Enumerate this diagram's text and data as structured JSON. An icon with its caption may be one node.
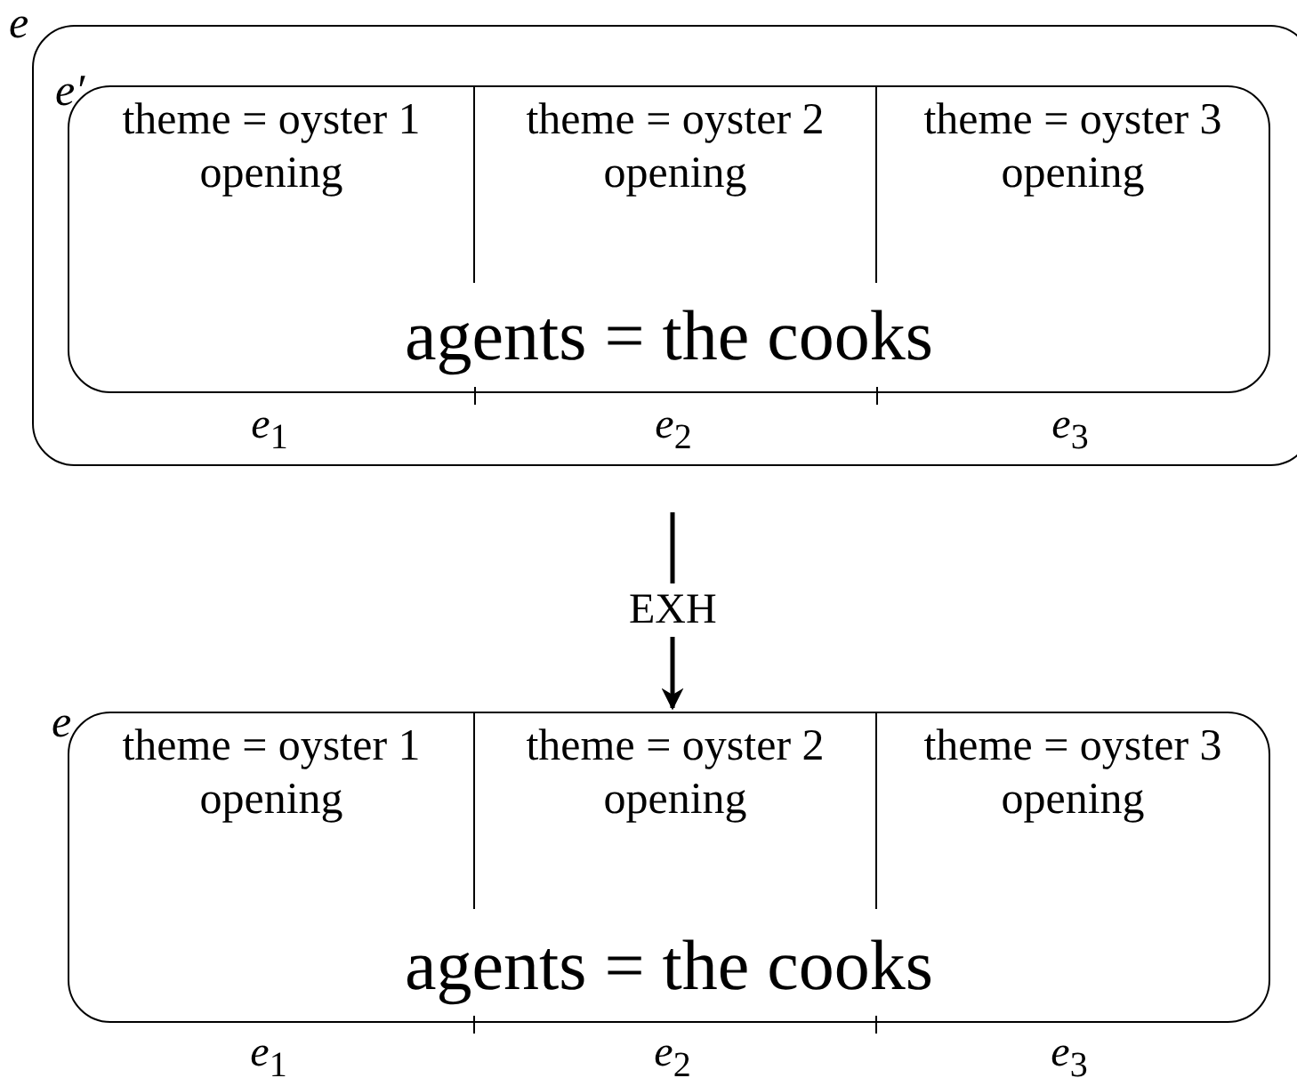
{
  "diagram": {
    "nodes": [
      {
        "text": [
          "e"
        ]
      },
      {
        "text": [
          "e′",
          "agents = the cooks"
        ],
        "in": 0
      },
      {
        "text": [
          "theme = oyster 1 opening"
        ],
        "in": 1
      },
      {
        "text": [
          "theme = oyster 2 opening"
        ],
        "in": 1
      },
      {
        "text": [
          "theme = oyster 3 opening"
        ],
        "in": 1
      },
      {
        "text": [
          "e",
          "agents = the cooks"
        ]
      },
      {
        "text": [
          "theme = oyster 1 opening"
        ],
        "in": 5
      },
      {
        "text": [
          "theme = oyster 2 opening"
        ],
        "in": 5
      },
      {
        "text": [
          "theme = oyster 3 opening"
        ],
        "in": 5
      }
    ],
    "edges": [
      {
        "from": 0,
        "to": 5,
        "arrow": "to",
        "label": "EXH"
      }
    ],
    "labels": [
      "*e*$_{1}$",
      "*e*$_{2}$",
      "*e*$_{3}$",
      "*e*$_{1}$",
      "*e*$_{2}$",
      "*e*$_{3}$"
    ]
  }
}
